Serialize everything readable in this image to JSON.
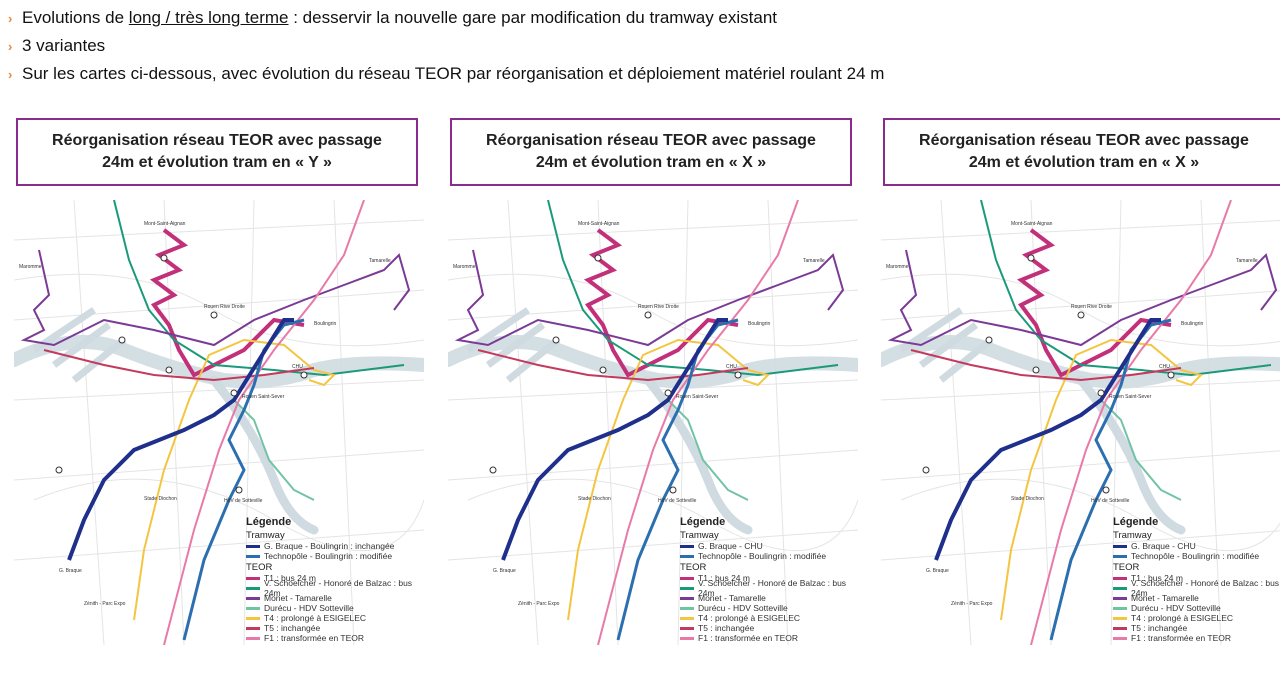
{
  "bullets": {
    "b1_pre": "Evolutions de ",
    "b1_link": "long / très long terme",
    "b1_post": " : desservir la nouvelle gare par modification du tramway existant",
    "b2": "3 variantes",
    "b3": "Sur les cartes ci-dessous, avec évolution du réseau TEOR par réorganisation et déploiement matériel roulant 24 m"
  },
  "colors": {
    "accent": "#8a2c8f",
    "bullet": "#e8883a",
    "river": "#cfdbe0",
    "tram1": "#1f2f8c",
    "tram2": "#2c6fb0",
    "t1": "#c2307a",
    "t2": "#1a9a7a",
    "t3": "#7b3a96",
    "t4": "#f3c541",
    "t5": "#c43a5e",
    "t6": "#72c3a5",
    "f1": "#e87aa8"
  },
  "panels": [
    {
      "title1": "Réorganisation réseau TEOR avec passage",
      "title2": "24m et évolution tram en « Y »",
      "legend": {
        "title": "Légende",
        "tram_label": "Tramway",
        "tram": [
          "G. Braque - Boulingrin : inchangée",
          "Technopôle - Boulingrin : modifiée"
        ],
        "teor_label": "TEOR",
        "teor": [
          "T1 : bus 24 m",
          "V. Schoelcher - Honoré de Balzac : bus 24m",
          "Monet - Tamarelle",
          "Durécu - HDV Sotteville",
          "T4 : prolongé à ESIGELEC",
          "T5 : inchangée",
          "F1 : transformée en TEOR"
        ]
      }
    },
    {
      "title1": "Réorganisation réseau TEOR avec passage",
      "title2": "24m et évolution tram en « X »",
      "legend": {
        "title": "Légende",
        "tram_label": "Tramway",
        "tram": [
          "G. Braque - CHU",
          "Technopôle - Boulingrin : modifiée"
        ],
        "teor_label": "TEOR",
        "teor": [
          "T1 : bus 24 m",
          "V. Schoelcher - Honoré de Balzac : bus 24m",
          "Monet - Tamarelle",
          "Durécu - HDV Sotteville",
          "T4 : prolongé à ESIGELEC",
          "T5 : inchangée",
          "F1 : transformée en TEOR"
        ]
      }
    },
    {
      "title1": "Réorganisation réseau TEOR avec passage",
      "title2": "24m et évolution tram en « X »",
      "legend": {
        "title": "Légende",
        "tram_label": "Tramway",
        "tram": [
          "G. Braque - CHU",
          "Technopôle - Boulingrin : modifiée"
        ],
        "teor_label": "TEOR",
        "teor": [
          "T1 : bus 24 m",
          "V. Schoelcher - Honoré de Balzac : bus 24m",
          "Monet - Tamarelle",
          "Durécu - HDV Sotteville",
          "T4 : prolongé à ESIGELEC",
          "T5 : inchangée",
          "F1 : transformée en TEOR"
        ]
      }
    }
  ],
  "map_labels": {
    "mont": "Mont-Saint-Aignan",
    "maromme": "Maromme",
    "boulingrin": "Boulingrin",
    "rouen": "Rouen Rive Droite",
    "chu": "CHU",
    "stade": "Stade Diochon",
    "gbraque": "G. Braque",
    "hdv": "HdV de Sotteville",
    "saintsever": "Rouen Saint-Sever",
    "tamarelle": "Tamarelle",
    "zenith": "Zénith - Parc Expo"
  }
}
